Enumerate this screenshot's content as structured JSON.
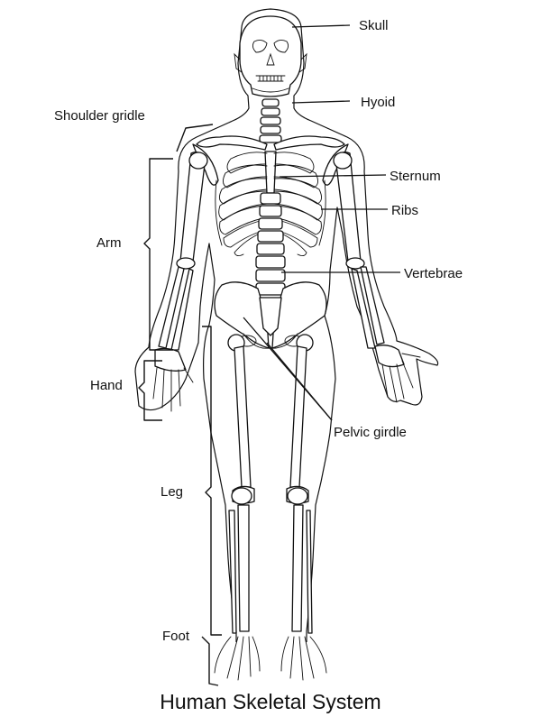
{
  "labels": {
    "skull": "Skull",
    "hyoid": "Hyoid",
    "shoulder_girdle": "Shoulder gridle",
    "sternum": "Sternum",
    "ribs": "Ribs",
    "arm": "Arm",
    "vertebrae": "Vertebrae",
    "hand": "Hand",
    "pelvic_girdle": "Pelvic girdle",
    "leg": "Leg",
    "foot": "Foot"
  },
  "title": "Human Skeletal System",
  "colors": {
    "ink": "#111111",
    "background": "#ffffff"
  }
}
